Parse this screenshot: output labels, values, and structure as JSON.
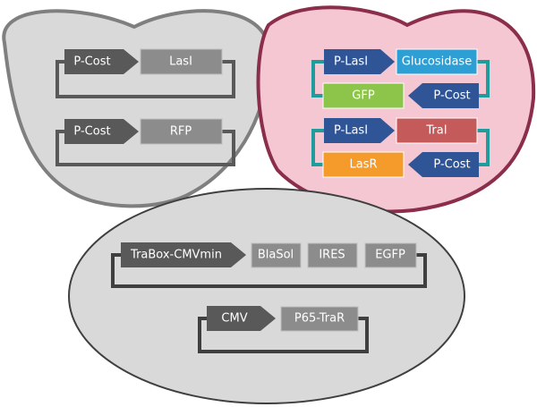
{
  "colors": {
    "cell_fill": "#d9d9d9",
    "cell_stroke": "#7f7f7f",
    "pink_fill": "#f4c7d2",
    "pink_stroke": "#8b2e4b",
    "dark_promoter": "#595959",
    "gray_part": "#8c8c8c",
    "blue_promoter": "#2f5597",
    "teal_line": "#1f9c9c",
    "glucosidase": "#2e9fd4",
    "gfp": "#8cc54a",
    "trai": "#c55a5a",
    "lasr": "#f59b2b"
  },
  "cells": {
    "top_left": {
      "circuit_1": {
        "promoter": "P-Cost",
        "gene": "LasI"
      },
      "circuit_2": {
        "promoter": "P-Cost",
        "gene": "RFP"
      }
    },
    "top_right": {
      "circuit_1": {
        "promoter_fwd": "P-LasI",
        "gene_fwd": "Glucosidase",
        "gene_rev": "GFP",
        "promoter_rev": "P-Cost"
      },
      "circuit_2": {
        "promoter_fwd": "P-LasI",
        "gene_fwd": "TraI",
        "gene_rev": "LasR",
        "promoter_rev": "P-Cost"
      }
    },
    "bottom": {
      "circuit_1": {
        "promoter": "TraBox-CMVmin",
        "part_1": "BlaSol",
        "part_2": "IRES",
        "part_3": "EGFP"
      },
      "circuit_2": {
        "promoter": "CMV",
        "gene": "P65-TraR"
      }
    }
  }
}
